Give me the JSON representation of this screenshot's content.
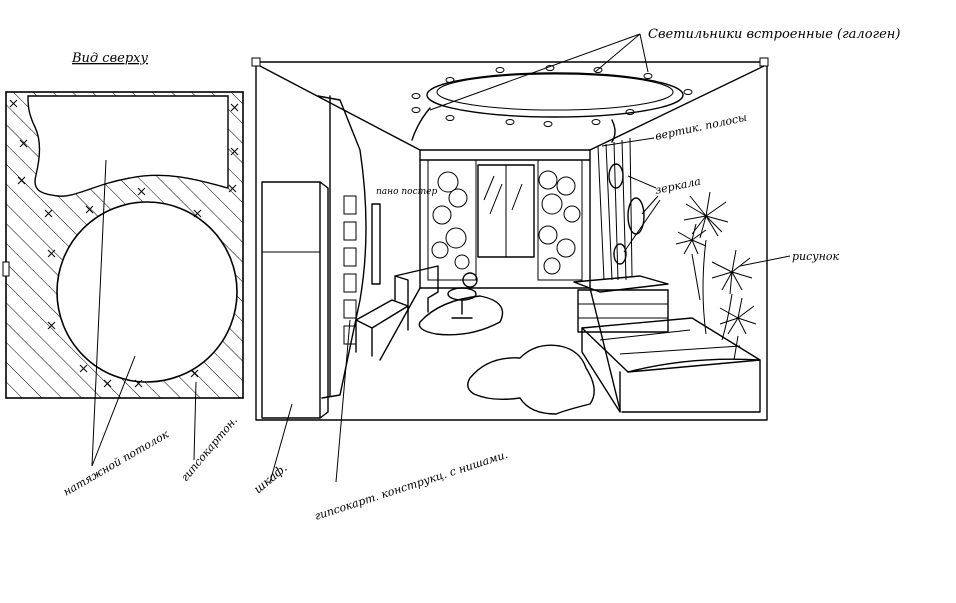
{
  "labels": {
    "top_view": "Вид сверху",
    "lights": "Светильники встроенные (галоген)",
    "shelves": "вертик. полосы",
    "mirrors": "зеркала",
    "drawing": "рисунок",
    "poster": "пано постер",
    "stretch_ceiling": "натяжной потолок",
    "drywall": "гипсокартон.",
    "wardrobe": "шкаф.",
    "drywall_niches": "гипсокарт. конструкц. с нишами."
  }
}
